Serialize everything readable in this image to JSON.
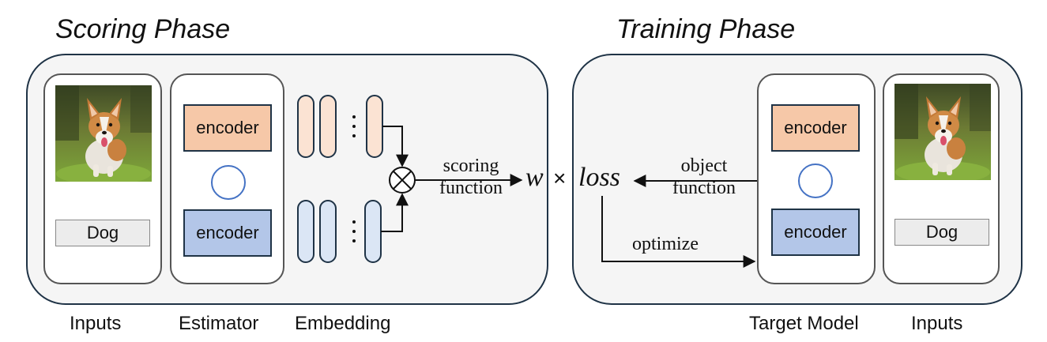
{
  "scoring": {
    "title": "Scoring Phase",
    "encoder_top": "encoder",
    "encoder_bottom": "encoder",
    "label": "Dog",
    "caption_inputs": "Inputs",
    "caption_estimator": "Estimator",
    "caption_embedding": "Embedding",
    "scoring_line1": "scoring",
    "scoring_line2": "function"
  },
  "center": {
    "w": "w",
    "times": "×",
    "loss": "loss"
  },
  "training": {
    "title": "Training Phase",
    "encoder_top": "encoder",
    "encoder_bottom": "encoder",
    "label": "Dog",
    "object_line1": "object",
    "object_line2": "function",
    "optimize": "optimize",
    "caption_target": "Target Model",
    "caption_inputs": "Inputs"
  },
  "colors": {
    "panel_border": "#1f3346",
    "encoder_top_fill": "#f6c8a8",
    "encoder_bottom_fill": "#b3c6e8",
    "embed_top_fill": "#fbe3d3",
    "embed_bottom_fill": "#dbe6f5",
    "circle_stroke": "#4472c4"
  },
  "icons": {
    "dog_photo": "corgi-dog-photo",
    "multiply": "circled-times-icon"
  }
}
